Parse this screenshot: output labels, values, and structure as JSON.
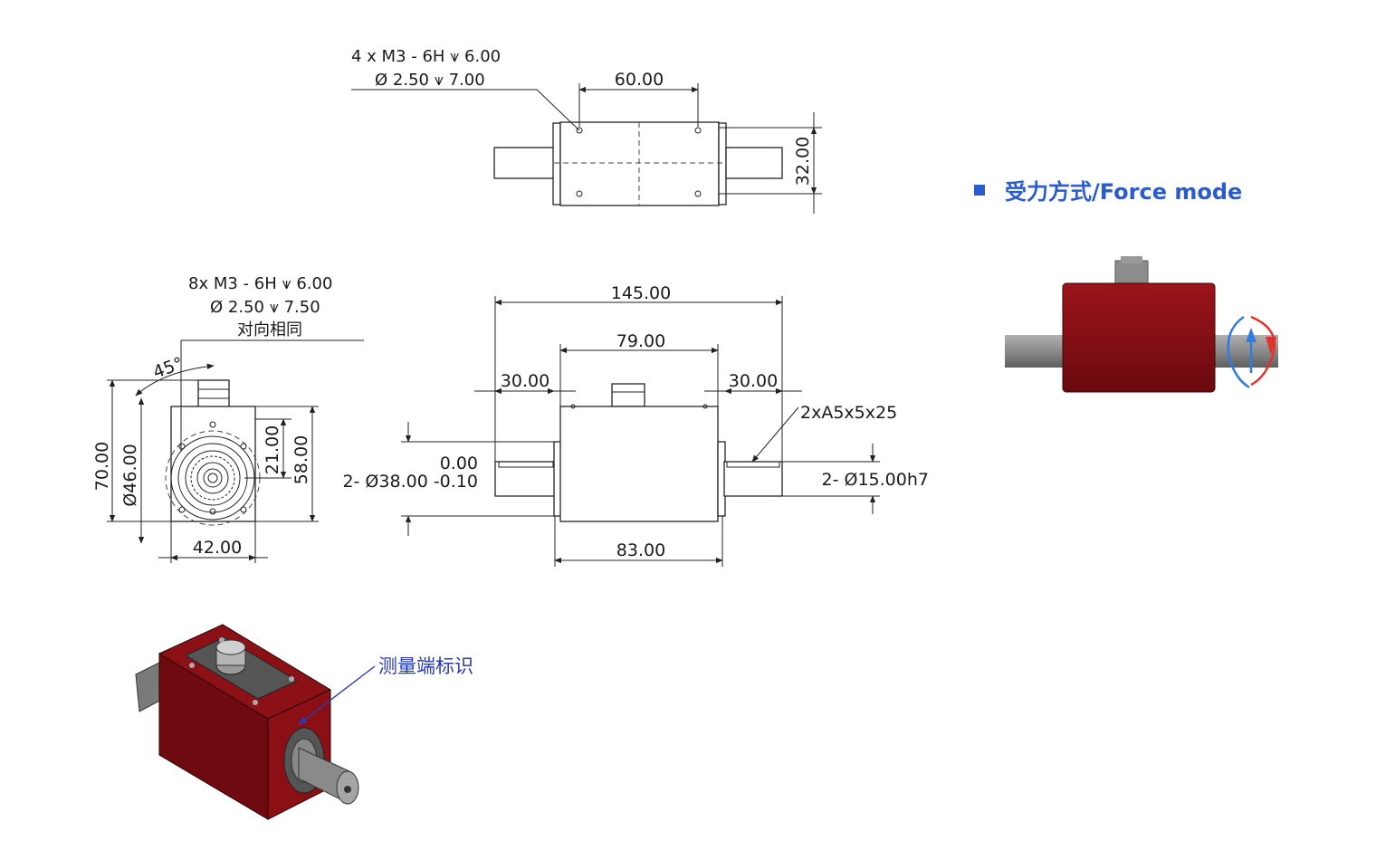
{
  "top_view": {
    "hole_note_line1": "4 x  M3 - 6H ⩛ 6.00",
    "hole_note_line2": "Ø 2.50 ⩛ 7.00",
    "dim_hole_spacing": "60.00",
    "dim_height": "32.00"
  },
  "end_view": {
    "hole_note_line1": "8x  M3 - 6H ⩛ 6.00",
    "hole_note_line2": "Ø 2.50 ⩛ 7.50",
    "hole_note_line3": "对向相同",
    "angle": "45°",
    "dim_70": "70.00",
    "dim_46": "Ø46.00",
    "dim_21": "21.00",
    "dim_58": "58.00",
    "dim_42": "42.00"
  },
  "front_view": {
    "dim_overall": "145.00",
    "dim_body_top": "79.00",
    "dim_left_shaft": "30.00",
    "dim_right_shaft": "30.00",
    "key_note": "2xA5x5x25",
    "tol_upper": "0.00",
    "tol_dia": "2- Ø38.00 -0.10",
    "shaft_dia": "2- Ø15.00h7",
    "dim_body_bottom": "83.00"
  },
  "force_mode": {
    "title": "受力方式/Force mode",
    "bullet_color": "#2a5bd0",
    "body_color": "#7a0d12",
    "arrow_blue": "#2f7be0",
    "arrow_red": "#e0342a"
  },
  "iso_view": {
    "measure_label": "测量端标识",
    "label_color": "#2a3bb5"
  }
}
